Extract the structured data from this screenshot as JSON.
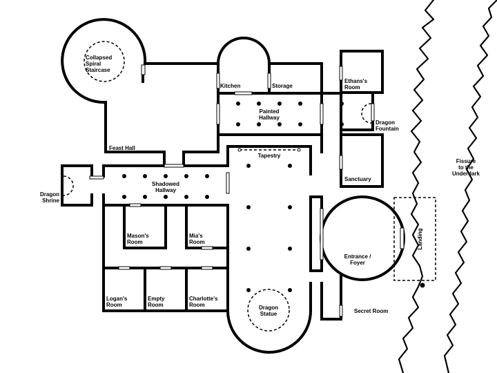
{
  "map": {
    "rooms": {
      "collapsed_staircase": [
        "Collapsed",
        "Spiral",
        "Staircase"
      ],
      "kitchen": "Kitchen",
      "storage": "Storage",
      "ethans_room": [
        "Ethans's",
        "Room"
      ],
      "painted_hallway": [
        "Painted",
        "Hallway"
      ],
      "dragon_fountain": [
        "Dragon",
        "Fountain"
      ],
      "feast_hall": "Feast Hall",
      "tapestry": "Tapestry",
      "fissure": [
        "Fissure",
        "to the",
        "Underdark"
      ],
      "dragon_shrine": [
        "Dragon",
        "Shrine"
      ],
      "shadowed_hallway": [
        "Shadowed",
        "Hallway"
      ],
      "sanctuary": "Sanctuary",
      "masons_room": [
        "Mason's",
        "Room"
      ],
      "mias_room": [
        "Mia's",
        "Room"
      ],
      "landing": "Landing",
      "entrance_foyer": [
        "Entrance /",
        "Foyer"
      ],
      "logans_room": [
        "Logan's",
        "Room"
      ],
      "empty_room": [
        "Empty",
        "Room"
      ],
      "charlottes_room": [
        "Charlotte's",
        "Room"
      ],
      "dragon_statue": [
        "Dragon",
        "Statue"
      ],
      "secret_room": "Secret Room"
    }
  }
}
